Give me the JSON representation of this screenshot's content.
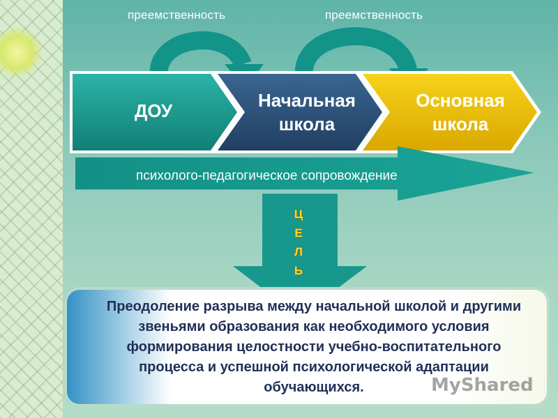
{
  "top_labels": {
    "left": "преемственность",
    "right": "преемственность"
  },
  "stages": [
    {
      "label": "ДОУ",
      "color": "#1e9e93"
    },
    {
      "label": "Начальная школа",
      "line1": "Начальная",
      "line2": "школа",
      "color": "#2a4f77"
    },
    {
      "label": "Основная школа",
      "line1": "Основная",
      "line2": "школа",
      "color": "#f0c010"
    }
  ],
  "support_band": {
    "label": "психолого-педагогическое сопровождение",
    "color": "#18988c"
  },
  "goal_arrow": {
    "letters": [
      "Ц",
      "Е",
      "Л",
      "Ь"
    ],
    "color": "#18988c",
    "letter_color": "#ffd820"
  },
  "goal_text": "Преодоление разрыва между начальной школой и другими звеньями образования как необходимого условия формирования целостности учебно-воспитательного процесса и успешной психологической адаптации обучающихся.",
  "watermark": "MyShared",
  "colors": {
    "panel_top": "#5fb4a8",
    "curved_arrow": "#129488",
    "goal_text": "#1f2f56"
  },
  "icons": {
    "curved_arrows": "curved-arrow-icon",
    "watermark_logo": "myshared-logo-icon"
  }
}
